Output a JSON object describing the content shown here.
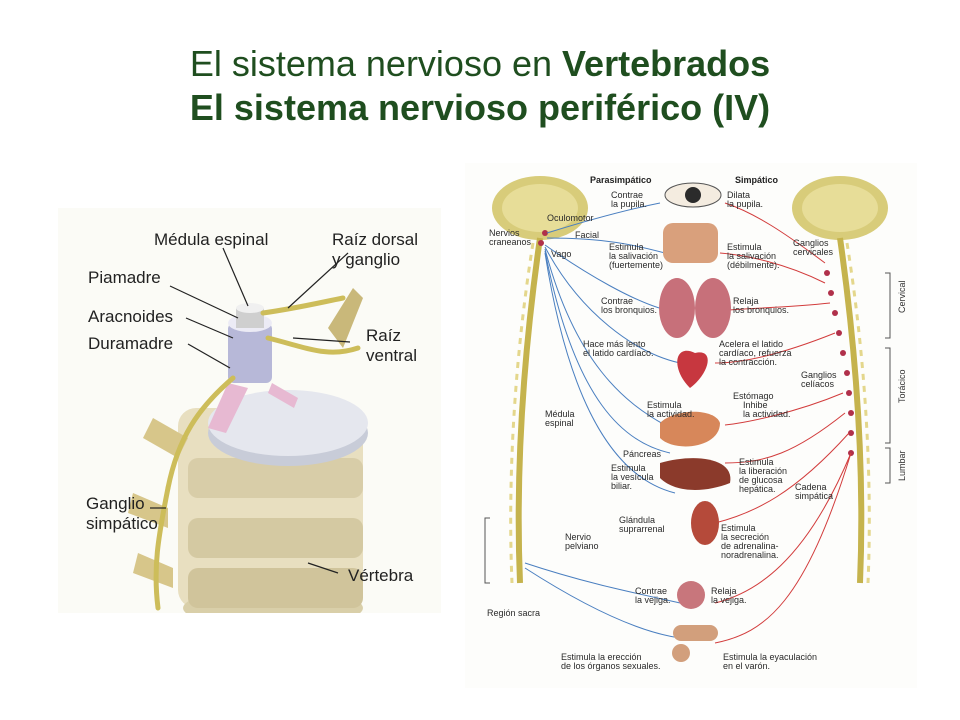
{
  "slide": {
    "title_line1_prefix": "El sistema nervioso en ",
    "title_line1_bold": "Vertebrados",
    "title_line2": "El sistema nervioso periférico (IV)"
  },
  "left_figure": {
    "labels": {
      "medula": "Médula espinal",
      "raiz_dorsal": "Raíz dorsal\ny ganglio",
      "piamadre": "Piamadre",
      "aracnoides": "Aracnoides",
      "duramadre": "Duramadre",
      "raiz_ventral": "Raíz\nventral",
      "ganglio": "Ganglio\nsimpático",
      "vertebra": "Vértebra"
    }
  },
  "right_figure": {
    "headers": {
      "parasimpatico": "Parasimpático",
      "simpatico": "Simpático"
    },
    "nerves": {
      "oculomotor": "Oculomotor",
      "craneanos": "Nervios\ncraneanos",
      "facial": "Facial",
      "vago": "Vago",
      "medula": "Médula\nespinal",
      "pelviano": "Nervio\npelviano",
      "region_sacra": "Región sacra",
      "ganglios_cervicales": "Ganglios\ncervicales",
      "ganglios_celiacos": "Ganglios\ncelíacos",
      "cadena": "Cadena\nsimpática"
    },
    "regions": {
      "cervical": "Cervical",
      "toracico": "Torácico",
      "lumbar": "Lumbar"
    },
    "parasympathetic_effects": {
      "pupila": "Contrae\nla pupila.",
      "salivacion": "Estimula\nla salivación\n(fuertemente)",
      "bronquios": "Contrae\nlos bronquios.",
      "latido": "Hace más lento\nel latido cardíaco.",
      "actividad": "Estimula\nla actividad.",
      "pancreas": "Páncreas",
      "vesicula": "Estimula\nla vesícula\nbiliar.",
      "glandula": "Glándula\nsuprarrenal",
      "vejiga": "Contrae\nla vejiga.",
      "ereccion": "Estimula la erección\nde los órganos sexuales."
    },
    "sympathetic_effects": {
      "pupila": "Dilata\nla pupila.",
      "salivacion": "Estimula\nla salivación\n(débilmente).",
      "bronquios": "Relaja\nlos bronquios.",
      "latido": "Acelera el latido\ncardíaco, refuerza\nla contracción.",
      "estomago": "Estómago",
      "inhibe": "Inhibe\nla actividad.",
      "glucosa": "Estimula\nla liberación\nde glucosa\nhepática.",
      "adrenalina": "Estimula\nla secreción\nde adrenalina-\nnoradrenalina.",
      "vejiga": "Relaja\nla vejiga.",
      "eyaculacion": "Estimula la eyaculación\nen el varón."
    }
  },
  "colors": {
    "title": "#1f4e1f",
    "parasympathetic": "#4a7fc0",
    "sympathetic": "#d23c3c",
    "nerve_yellow": "#c8b84a"
  }
}
